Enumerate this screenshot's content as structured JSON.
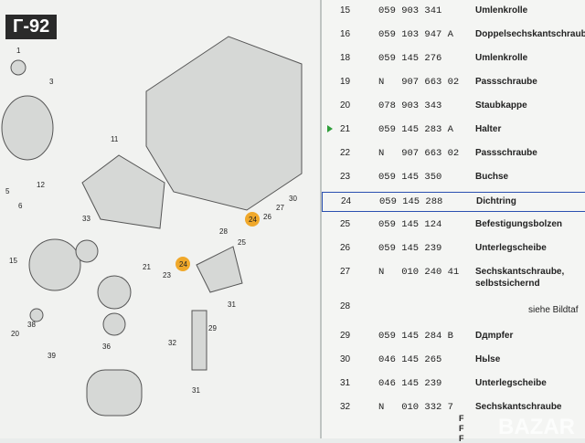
{
  "tag": "Г-92",
  "watermark": "BAZAR",
  "diagram": {
    "callouts": [
      "1",
      "3",
      "11",
      "12",
      "5",
      "6",
      "15",
      "20",
      "38",
      "39",
      "36",
      "33",
      "21",
      "23",
      "24",
      "24",
      "28",
      "25",
      "26",
      "27",
      "30",
      "31",
      "32",
      "29",
      "31"
    ],
    "highlight_color": "#f0a82a"
  },
  "rows": [
    {
      "pos": "15",
      "part": "059 903 341",
      "desc": "Umlenkrolle"
    },
    {
      "pos": "16",
      "part": "059 103 947 A",
      "desc": "Doppelsechskantschraube"
    },
    {
      "pos": "18",
      "part": "059 145 276",
      "desc": "Umlenkrolle"
    },
    {
      "pos": "19",
      "part": "N   907 663 02",
      "desc": "Passschraube"
    },
    {
      "pos": "20",
      "part": "078 903 343",
      "desc": "Staubkappe"
    },
    {
      "pos": "21",
      "part": "059 145 283 A",
      "desc": "Halter",
      "current": true
    },
    {
      "pos": "22",
      "part": "N   907 663 02",
      "desc": "Passschraube"
    },
    {
      "pos": "23",
      "part": "059 145 350",
      "desc": "Buchse"
    },
    {
      "pos": "24",
      "part": "059 145 288",
      "desc": "Dichtring",
      "selected": true
    },
    {
      "pos": "25",
      "part": "059 145 124",
      "desc": "Befestigungsbolzen"
    },
    {
      "pos": "26",
      "part": "059 145 239",
      "desc": "Unterlegscheibe"
    },
    {
      "pos": "27",
      "part": "N   010 240 41",
      "desc": "Sechskantschraube,",
      "desc2": "selbstsichernd"
    },
    {
      "pos": "28",
      "part": "",
      "desc": "",
      "note": "siehe Bildtaf"
    },
    {
      "pos": "29",
      "part": "059 145 284 B",
      "desc": "Dдmpfer"
    },
    {
      "pos": "30",
      "part": "046 145 265",
      "desc": "Hьlse"
    },
    {
      "pos": "31",
      "part": "046 145 239",
      "desc": "Unterlegscheibe"
    },
    {
      "pos": "32",
      "part": "N   010 332 7",
      "desc": "Sechskantschraube",
      "subs": [
        "F",
        "F",
        "F"
      ]
    }
  ]
}
